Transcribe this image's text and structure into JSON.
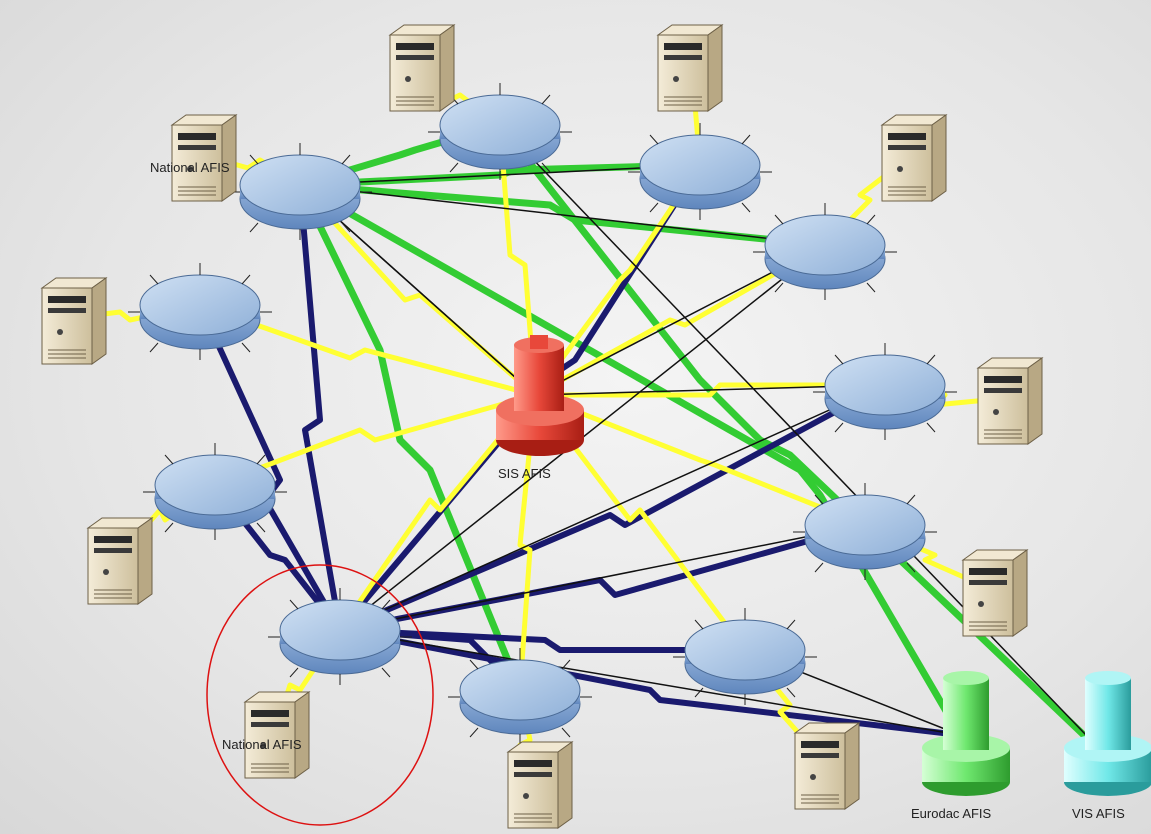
{
  "labels": {
    "central_afis": "SIS AFIS",
    "national_afis_top": "National AFIS",
    "national_afis_bottom": "National AFIS",
    "eurodac_afis": "Eurodac AFIS",
    "vis_afis": "VIS AFIS"
  },
  "colors": {
    "network_disk": "#9fbde0",
    "central_hub": "#e8483a",
    "eurodac_hub": "#6fe86f",
    "vis_hub": "#70e8e8",
    "server": "#e8dcc0",
    "link_yellow": "#ffff33",
    "link_green": "#33cc33",
    "link_navy": "#1a1a6e",
    "link_black": "#111111",
    "highlight_circle": "#dd1111"
  },
  "diagram": {
    "node_shape": "network-disk-icon",
    "server_shape": "server-tower-icon",
    "hub_shape": "afis-hub-tower-icon",
    "highlighted_node": "national-afis-bottom-left"
  }
}
